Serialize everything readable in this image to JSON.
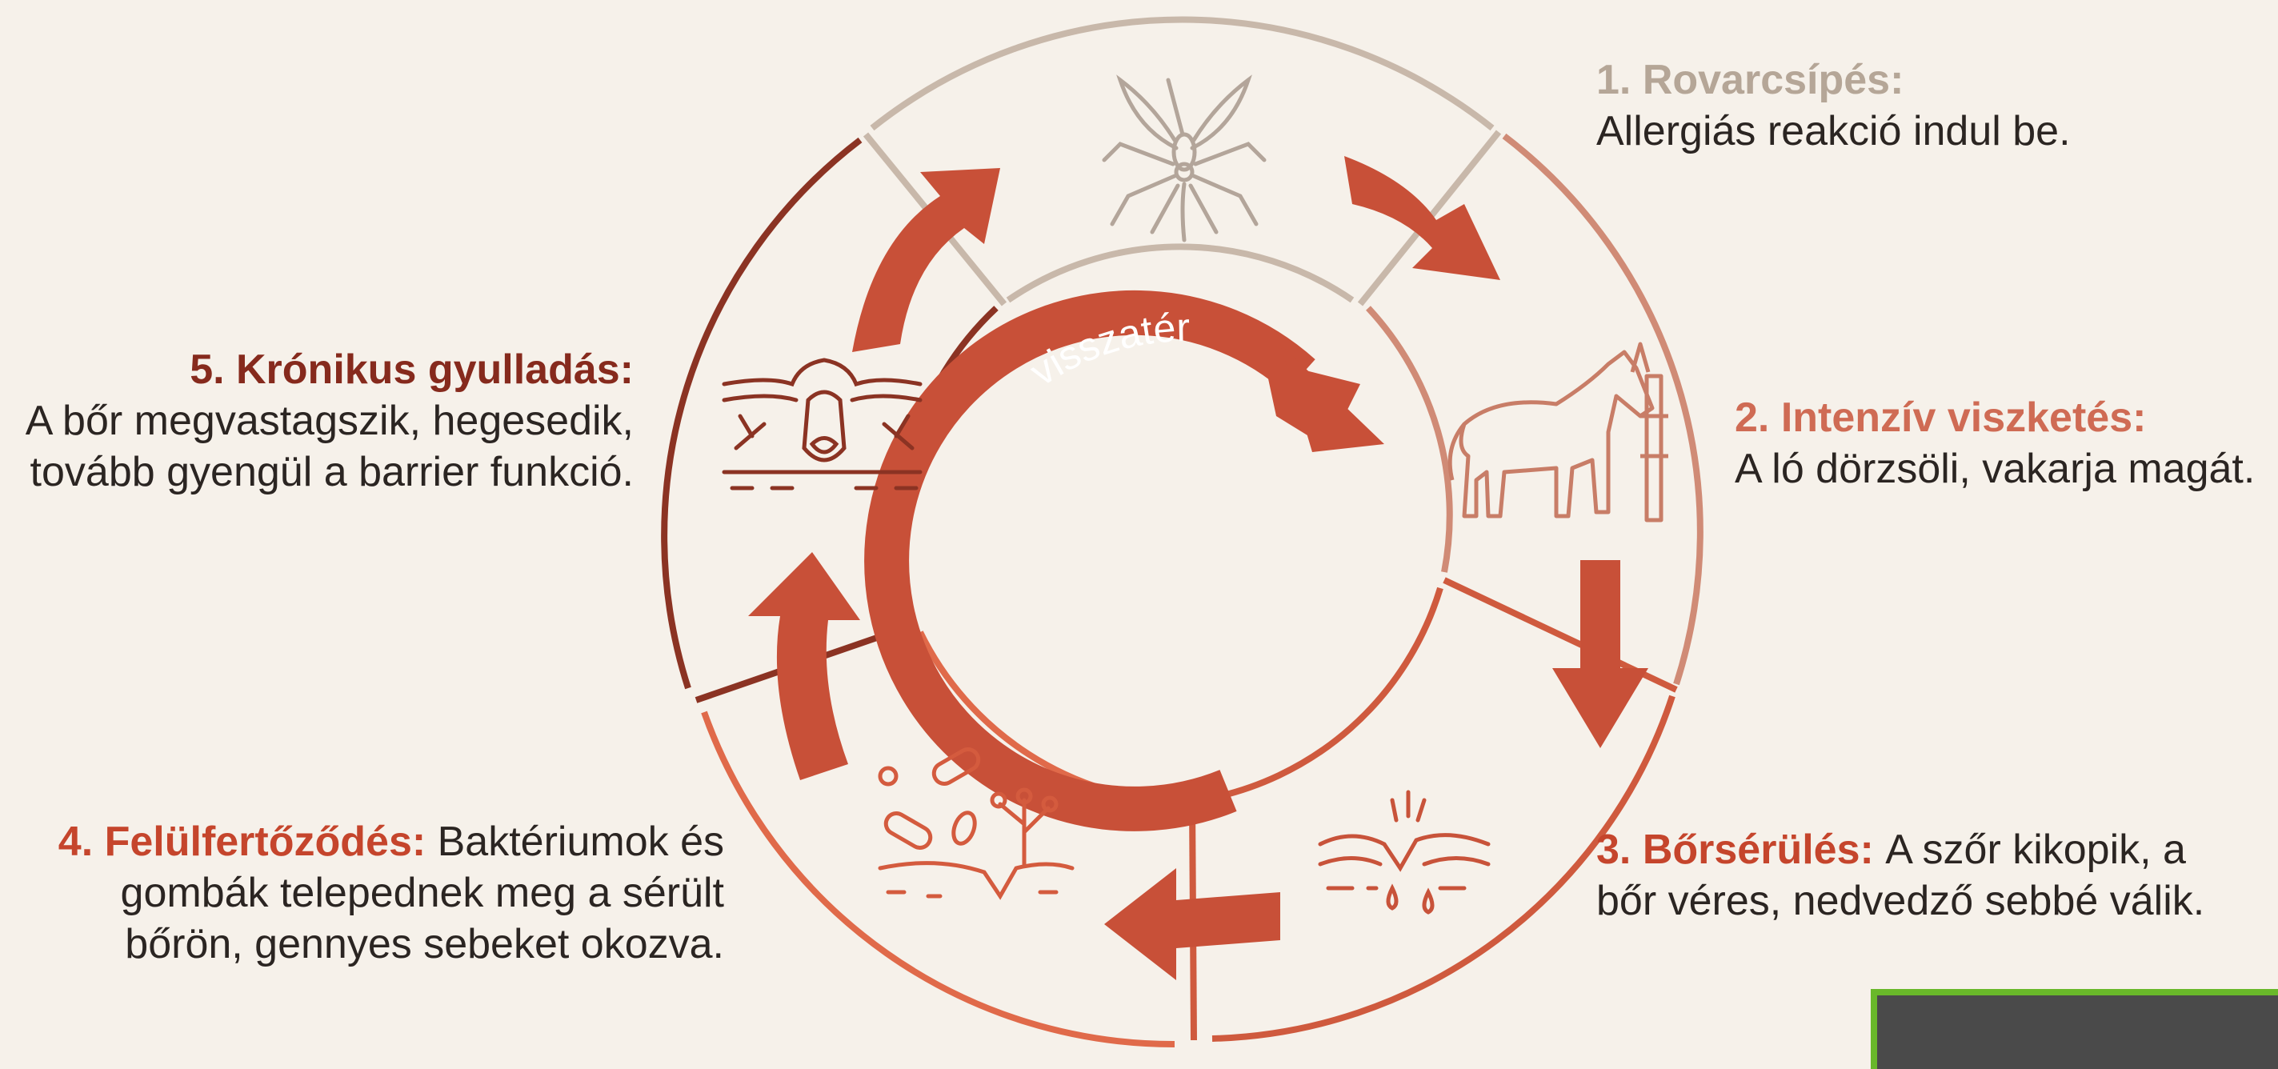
{
  "center_label": "visszatér",
  "steps": [
    {
      "number": "1.",
      "title": "1. Rovarcsípés:",
      "body": "Allergiás reakció indul be.",
      "icon": "mosquito-icon",
      "color": "#c3b4a6"
    },
    {
      "number": "2.",
      "title": "2. Intenzív viszketés:",
      "body": "A ló dörzsöli, vakarja magát.",
      "icon": "horse-icon",
      "color": "#cf7d64"
    },
    {
      "number": "3.",
      "title": "3. Bőrsérülés:",
      "body": "A szőr kikopik, a bőr véres, nedvedző sebbé válik.",
      "icon": "wounded-skin-icon",
      "color": "#d4583a"
    },
    {
      "number": "4.",
      "title": "4. Felülfertőződés:",
      "body": "Baktériumok és gombák telepednek meg a sérült bőrön, gennyes sebeket okozva.",
      "icon": "bacteria-icon",
      "color": "#de6747"
    },
    {
      "number": "5.",
      "title": "5. Krónikus gyulladás:",
      "body": "A bőr megvastagszik, hegesedik, tovább gyengül a barrier funkció.",
      "icon": "thickened-skin-icon",
      "color": "#8e2c1f"
    }
  ],
  "colors": {
    "background": "#f6f1ea",
    "arrow": "#c85038",
    "ring_top": "#c8b8aa",
    "ring_dark": "#8b3323",
    "title_1": "#b5a697",
    "title_2": "#cf6b54",
    "title_3": "#c5452c",
    "title_4": "#c5452c",
    "title_5": "#862a1d"
  }
}
